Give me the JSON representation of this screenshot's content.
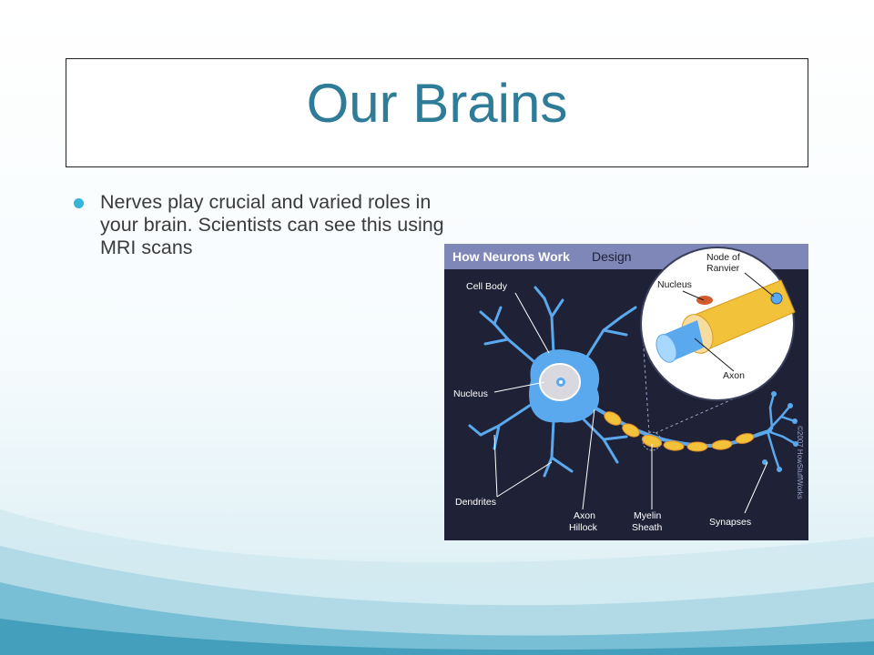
{
  "slide": {
    "title": "Our Brains",
    "bullets": [
      "Nerves play crucial and varied roles in your brain. Scientists can see this using MRI scans"
    ]
  },
  "figure": {
    "header_bold": "How Neurons Work",
    "header_light": "Design",
    "labels": {
      "cell_body": "Cell Body",
      "nucleus": "Nucleus",
      "dendrites": "Dendrites",
      "axon_hillock_1": "Axon",
      "axon_hillock_2": "Hillock",
      "myelin_1": "Myelin",
      "myelin_2": "Sheath",
      "synapses": "Synapses",
      "inset_node_1": "Node of",
      "inset_node_2": "Ranvier",
      "inset_nucleus": "Nucleus",
      "inset_axon": "Axon"
    },
    "copyright": "©2007 HowStuffWorks",
    "colors": {
      "panel": "#1f2236",
      "header": "#7f86b8",
      "neuron": "#5aa9ee",
      "myelin": "#f2c23a"
    }
  }
}
